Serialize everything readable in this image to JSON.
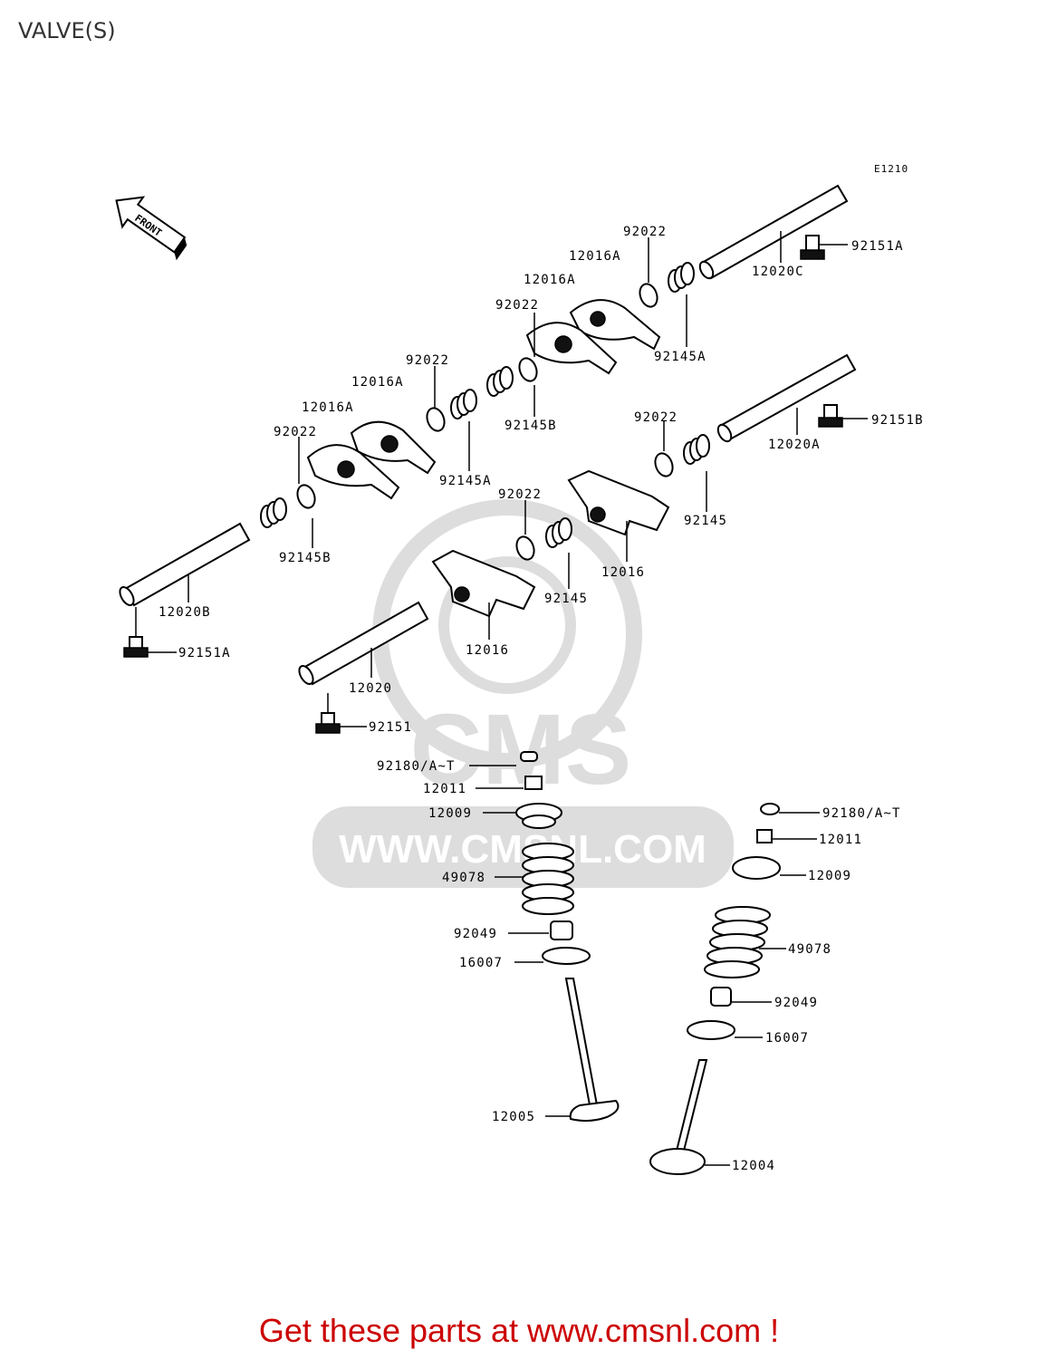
{
  "page": {
    "title": "VALVE(S)"
  },
  "diagram": {
    "code": "E1210",
    "front_arrow": "FRONT",
    "watermark": {
      "brand": "CMS",
      "url": "WWW.CMSNL.COM"
    },
    "callouts": [
      "92022",
      "12016A",
      "92151A",
      "12020C",
      "12016A",
      "92022",
      "92145A",
      "92022",
      "12016A",
      "92145B",
      "12016A",
      "92022",
      "92145A",
      "92022",
      "92151B",
      "12020A",
      "92145B",
      "92022",
      "92145",
      "12016",
      "92145",
      "12020B",
      "12016",
      "92151A",
      "12020",
      "92151",
      "92180/A~T",
      "12011",
      "12009",
      "49078",
      "92049",
      "16007",
      "12005",
      "92180/A~T",
      "12011",
      "12009",
      "49078",
      "92049",
      "16007",
      "12004"
    ]
  },
  "footer": {
    "cta": "Get these parts at www.cmsnl.com !"
  }
}
